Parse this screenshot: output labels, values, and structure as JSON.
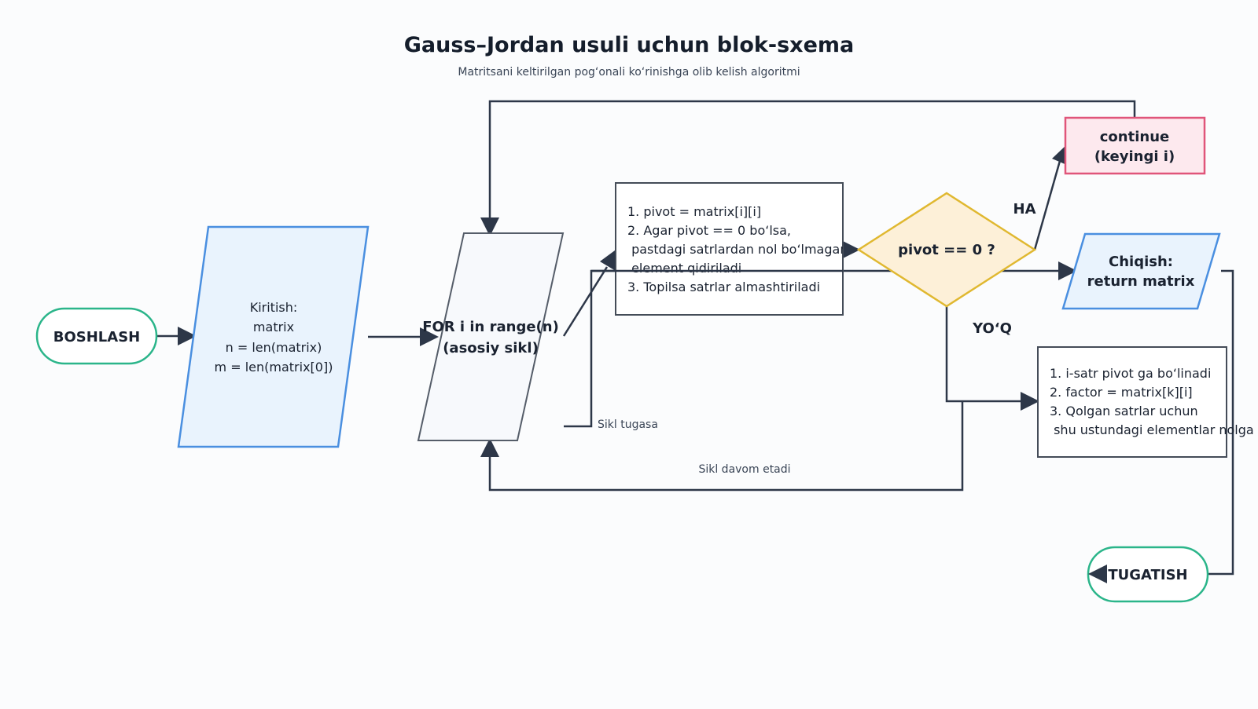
{
  "title": "Gauss–Jordan usuli uchun blok-sxema",
  "subtitle": "Matritsani keltirilgan pog‘onali ko‘rinishga olib kelish algoritmi",
  "nodes": {
    "start": {
      "label": "BOSHLASH"
    },
    "input": {
      "lines": [
        "Kiritish:",
        "matrix",
        "n = len(matrix)",
        "m = len(matrix[0])"
      ]
    },
    "loop": {
      "lines": [
        "FOR i in range(n)",
        "(asosiy sikl)"
      ]
    },
    "pivot_process": {
      "lines": [
        "1. pivot = matrix[i][i]",
        "2. Agar pivot == 0 bo‘lsa,",
        " pastdagi satrlardan nol bo‘lmagan",
        " element qidiriladi",
        "3. Topilsa satrlar almashtiriladi"
      ]
    },
    "decision": {
      "label": "pivot == 0 ?"
    },
    "continue": {
      "lines": [
        "continue",
        "(keyingi i)"
      ]
    },
    "output": {
      "lines": [
        "Chiqish:",
        "return matrix"
      ]
    },
    "normalize": {
      "lines": [
        "1. i-satr pivot ga bo‘linadi",
        "2. factor = matrix[k][i]",
        "3. Qolgan satrlar uchun",
        " shu ustundagi elementlar nolga"
      ]
    },
    "end": {
      "label": "TUGATISH"
    }
  },
  "edge_labels": {
    "yes": "HA",
    "no": "YO‘Q",
    "loop_done": "Sikl tugasa",
    "loop_continue": "Sikl davom etadi"
  },
  "colors": {
    "terminal_stroke": "#2bb58a",
    "io_stroke": "#4a8fe0",
    "io_fill": "#e9f3fd",
    "process_stroke": "#444c58",
    "decision_stroke": "#e0b830",
    "decision_fill": "#fdf0d8",
    "continue_stroke": "#e0557a",
    "continue_fill": "#fde9ee",
    "edge": "#2d3748"
  }
}
